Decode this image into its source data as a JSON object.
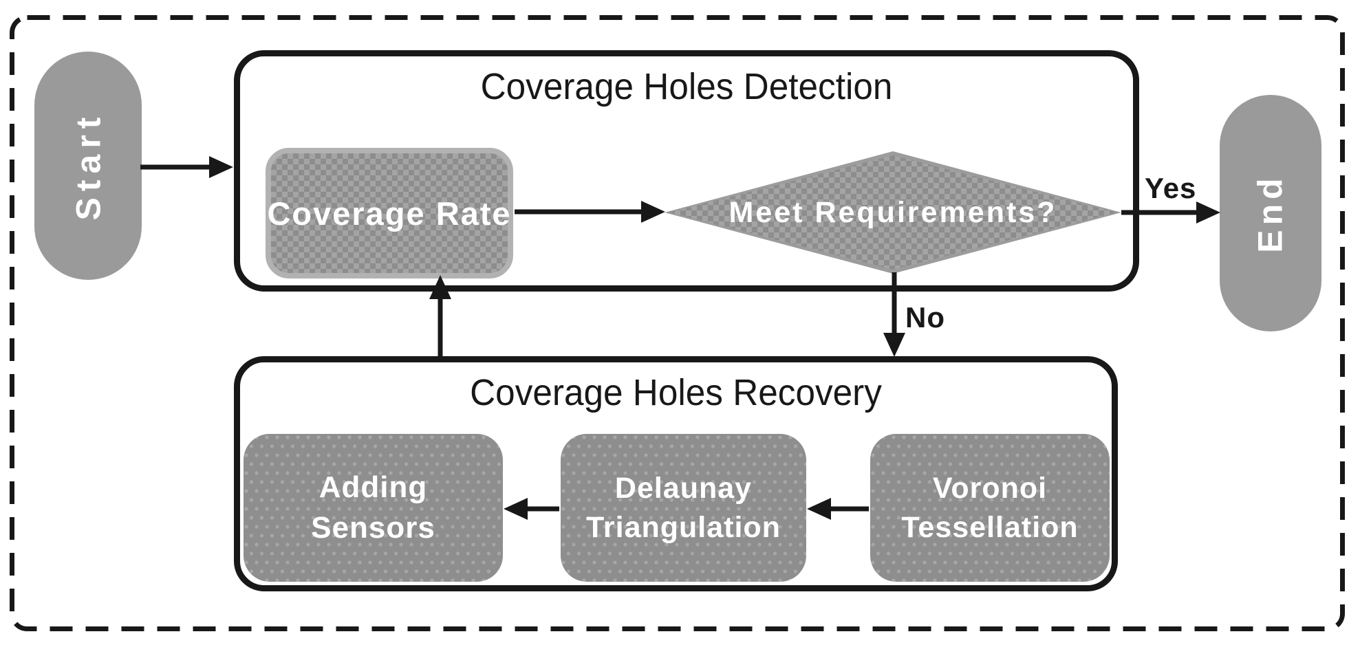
{
  "diagram": {
    "start": {
      "label": "Start"
    },
    "end": {
      "label": "End"
    },
    "detection": {
      "title": "Coverage Holes Detection",
      "coverage_rate": {
        "label": "Coverage Rate"
      },
      "decision": {
        "label": "Meet Requirements?"
      }
    },
    "recovery": {
      "title": "Coverage Holes Recovery",
      "adding_sensors": {
        "label": "Adding Sensors"
      },
      "delaunay": {
        "label": "Delaunay Triangulation"
      },
      "voronoi": {
        "label": "Voronoi Tessellation"
      }
    },
    "edges": {
      "yes": {
        "label": "Yes"
      },
      "no": {
        "label": "No"
      }
    }
  },
  "colors": {
    "ink": "#181818",
    "pill": "#9a9a9a",
    "checker_light": "#a4a4a4",
    "checker_dark": "#8d8d8d",
    "checker_border": "#b2b2b2",
    "dot_base": "#8e8e8e",
    "dot": "#a6a6a6",
    "label_text": "#ffffff"
  }
}
